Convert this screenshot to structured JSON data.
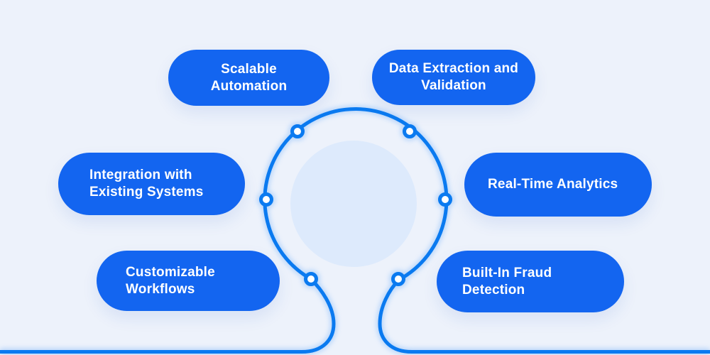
{
  "colors": {
    "background": "#edf2fb",
    "pill": "#1365f0",
    "pill_text": "#ffffff",
    "stroke": "#0a7af0",
    "glow": "#8fc0fa",
    "node_fill": "#ffffff",
    "inner_disc": "#ddeafc"
  },
  "diagram": {
    "type": "feature-wheel",
    "pills": [
      {
        "id": "scalable-automation",
        "lines": [
          "Scalable",
          "Automation"
        ]
      },
      {
        "id": "data-extraction-validation",
        "lines": [
          "Data Extraction and",
          "Validation"
        ]
      },
      {
        "id": "integration-existing-systems",
        "lines": [
          "Integration with",
          "Existing Systems"
        ]
      },
      {
        "id": "real-time-analytics",
        "lines": [
          "Real-Time Analytics"
        ]
      },
      {
        "id": "customizable-workflows",
        "lines": [
          "Customizable",
          "Workflows"
        ]
      },
      {
        "id": "built-in-fraud-detection",
        "lines": [
          "Built-In Fraud",
          "Detection"
        ]
      }
    ]
  }
}
